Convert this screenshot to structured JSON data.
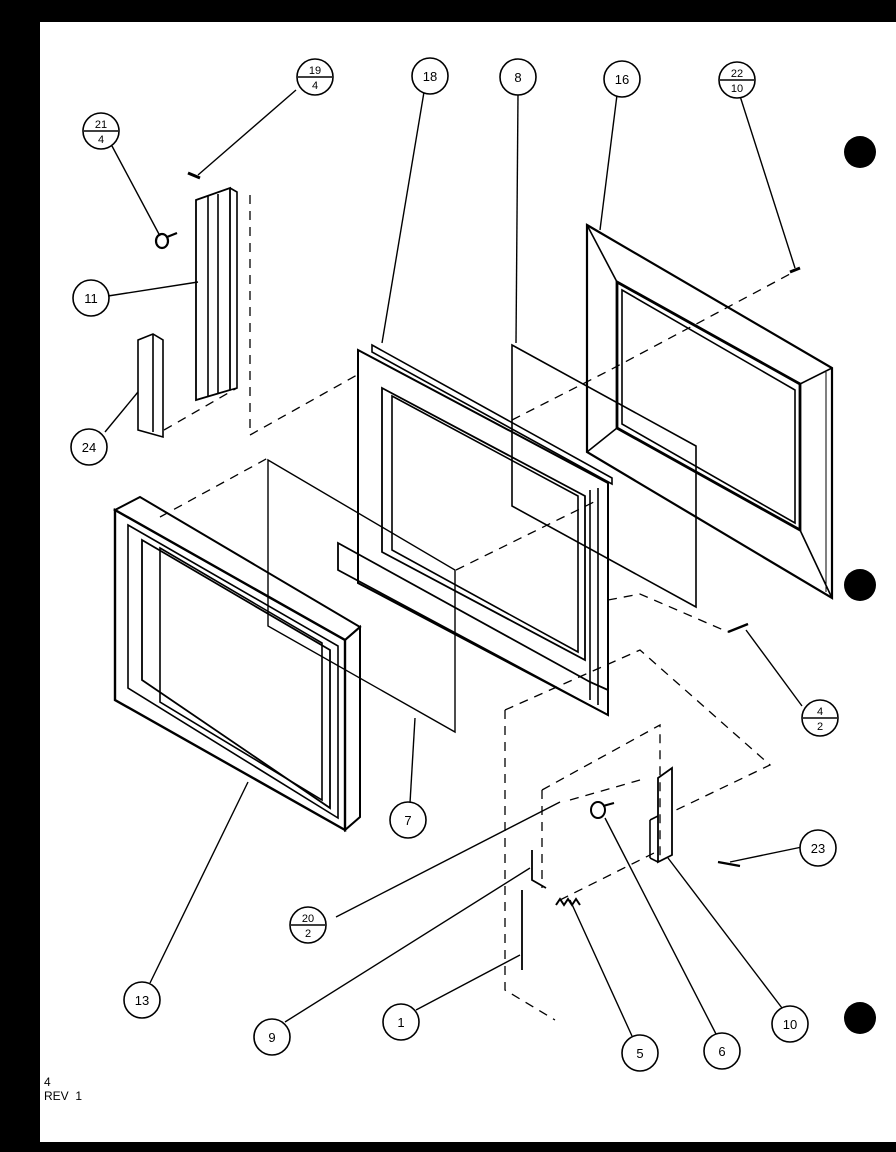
{
  "diagram": {
    "background": "#ffffff",
    "ink": "#000000",
    "callouts": [
      {
        "id": "c19-4",
        "top": "19",
        "bottom": "4"
      },
      {
        "id": "c21-4",
        "top": "21",
        "bottom": "4"
      },
      {
        "id": "c18",
        "label": "18"
      },
      {
        "id": "c8",
        "label": "8"
      },
      {
        "id": "c16",
        "label": "16"
      },
      {
        "id": "c22-10",
        "top": "22",
        "bottom": "10"
      },
      {
        "id": "c11",
        "label": "11"
      },
      {
        "id": "c24",
        "label": "24"
      },
      {
        "id": "c4-2",
        "top": "4",
        "bottom": "2"
      },
      {
        "id": "c7",
        "label": "7"
      },
      {
        "id": "c23",
        "label": "23"
      },
      {
        "id": "c20-2",
        "top": "20",
        "bottom": "2"
      },
      {
        "id": "c13",
        "label": "13"
      },
      {
        "id": "c9",
        "label": "9"
      },
      {
        "id": "c1",
        "label": "1"
      },
      {
        "id": "c5",
        "label": "5"
      },
      {
        "id": "c6",
        "label": "6"
      },
      {
        "id": "c10",
        "label": "10"
      }
    ],
    "footer": {
      "page": "4",
      "revision": "REV  1"
    }
  }
}
